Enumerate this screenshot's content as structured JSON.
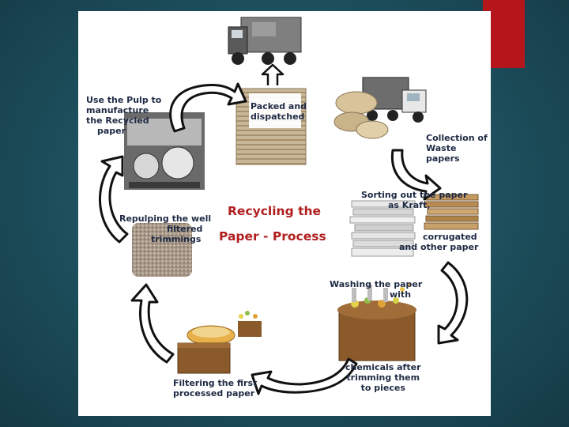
{
  "diagram": {
    "title_line1": "Recycling the",
    "title_line2": "Paper -  Process",
    "steps": {
      "packed": [
        "Packed and",
        "dispatched"
      ],
      "collection": [
        "Collection of",
        "Waste papers"
      ],
      "sorting": [
        "Sorting out the paper",
        "as Kraft,",
        "corrugated",
        "and other paper"
      ],
      "washing": [
        "Washing the paper",
        "with",
        "chemicals after",
        "trimming them",
        "to pieces"
      ],
      "filtering": [
        "Filtering the first",
        "processed paper"
      ],
      "repulping": [
        "Repulping the well",
        "filtered",
        "trimmings"
      ],
      "use_pulp": [
        "Use the Pulp to",
        "manufacture",
        "the Recycled",
        "paper"
      ]
    }
  },
  "colors": {
    "accent": "#b5161b",
    "title": "#b01e1e",
    "label": "#1f2a44",
    "background": "#1d4f5c"
  }
}
